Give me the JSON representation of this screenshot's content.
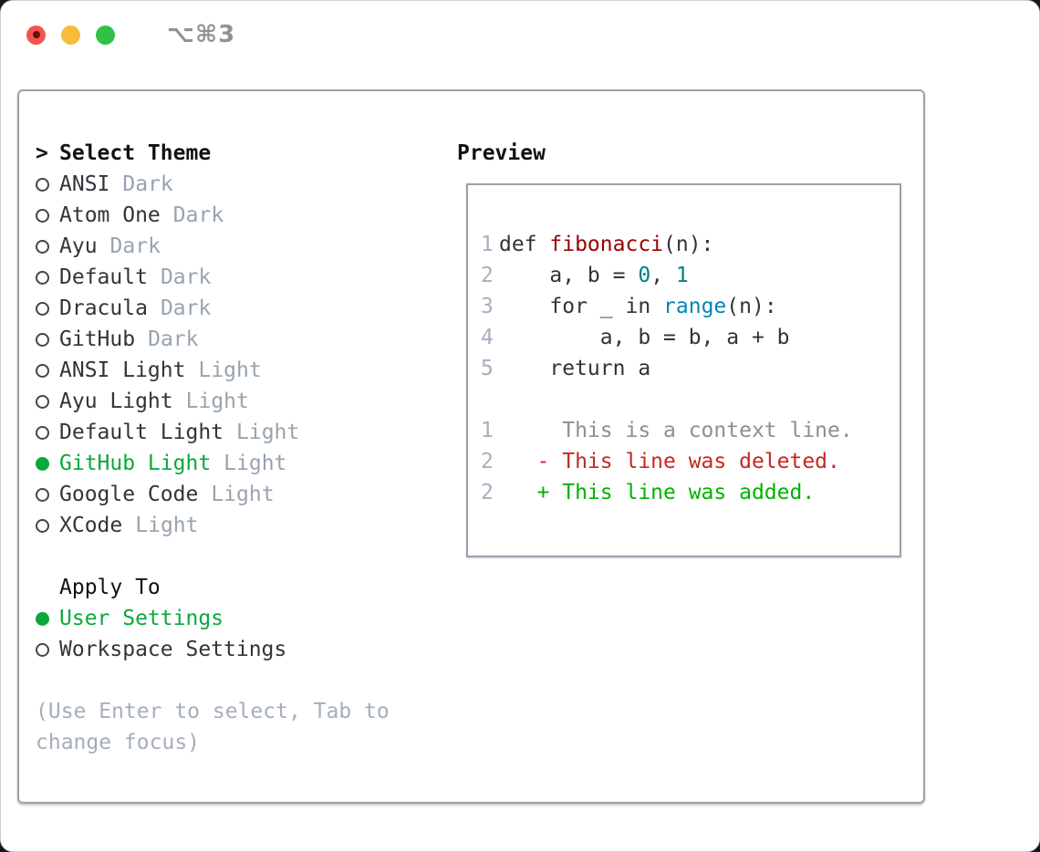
{
  "window": {
    "title": "⌥⌘3"
  },
  "titlebar_buttons": {
    "close": "close",
    "minimize": "minimize",
    "maximize": "maximize"
  },
  "theme_panel": {
    "prompt": ">",
    "header": "Select Theme",
    "items": [
      {
        "name": "ANSI",
        "tag": "Dark",
        "selected": false
      },
      {
        "name": "Atom One",
        "tag": "Dark",
        "selected": false
      },
      {
        "name": "Ayu",
        "tag": "Dark",
        "selected": false
      },
      {
        "name": "Default",
        "tag": "Dark",
        "selected": false
      },
      {
        "name": "Dracula",
        "tag": "Dark",
        "selected": false
      },
      {
        "name": "GitHub",
        "tag": "Dark",
        "selected": false
      },
      {
        "name": "ANSI Light",
        "tag": "Light",
        "selected": false
      },
      {
        "name": "Ayu Light",
        "tag": "Light",
        "selected": false
      },
      {
        "name": "Default Light",
        "tag": "Light",
        "selected": false
      },
      {
        "name": "GitHub Light",
        "tag": "Light",
        "selected": true
      },
      {
        "name": "Google Code",
        "tag": "Light",
        "selected": false
      },
      {
        "name": "XCode",
        "tag": "Light",
        "selected": false
      }
    ],
    "apply_to_label": "Apply To",
    "apply_options": [
      {
        "name": "User Settings",
        "selected": true
      },
      {
        "name": "Workspace Settings",
        "selected": false
      }
    ],
    "help": [
      "(Use Enter to select, Tab to",
      "change focus)"
    ]
  },
  "preview": {
    "label": "Preview",
    "lines": [
      {
        "num": "1",
        "type": "code",
        "tokens": [
          [
            "def ",
            "kw"
          ],
          [
            "fibonacci",
            "fn"
          ],
          [
            "(n):",
            "pl"
          ]
        ]
      },
      {
        "num": "2",
        "type": "code",
        "tokens": [
          [
            "    a, b = ",
            "pl"
          ],
          [
            "0",
            "num"
          ],
          [
            ", ",
            "pl"
          ],
          [
            "1",
            "num"
          ]
        ]
      },
      {
        "num": "3",
        "type": "code",
        "tokens": [
          [
            "    ",
            "pl"
          ],
          [
            "for",
            "kw"
          ],
          [
            " _ ",
            "pl"
          ],
          [
            "in",
            "kw"
          ],
          [
            " ",
            "pl"
          ],
          [
            "range",
            "bi"
          ],
          [
            "(n):",
            "pl"
          ]
        ]
      },
      {
        "num": "4",
        "type": "code",
        "tokens": [
          [
            "        a, b = b, a + b",
            "pl"
          ]
        ]
      },
      {
        "num": "5",
        "type": "code",
        "tokens": [
          [
            "    ",
            "pl"
          ],
          [
            "return",
            "kw"
          ],
          [
            " a",
            "pl"
          ]
        ]
      },
      {
        "num": "",
        "type": "blank",
        "tokens": []
      },
      {
        "num": "1",
        "type": "context",
        "text": "     This is a context line."
      },
      {
        "num": "2",
        "type": "deletion",
        "text": "   - This line was deleted."
      },
      {
        "num": "2",
        "type": "addition",
        "text": "   + This line was added."
      }
    ]
  },
  "colors": {
    "selection_green": "#0aa83c",
    "text_dark": "#30353a",
    "tag_gray": "#98a3b0",
    "help_gray": "#a6aeb9",
    "border_gray": "#99a2ad",
    "line_number": "#a6b0bf",
    "syntax": {
      "plain": "#333333",
      "keyword": "#333333",
      "title": "#990000",
      "number": "#008080",
      "built_in": "#0086b3"
    },
    "diff": {
      "context": "#8a9099",
      "deletion": "#c5291c",
      "addition": "#00b200"
    },
    "traffic": {
      "close": "#f4544d",
      "close_dot": "#64100a",
      "minimize": "#f7bc3c",
      "maximize": "#32c144"
    }
  }
}
